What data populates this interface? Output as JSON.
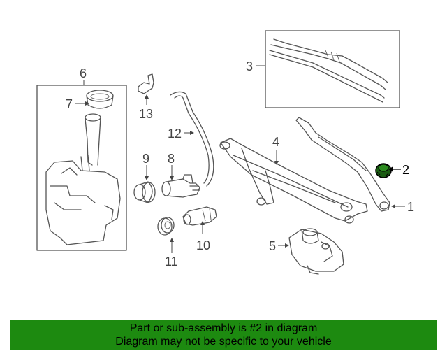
{
  "diagram": {
    "callouts": {
      "c1": "1",
      "c2": "2",
      "c3": "3",
      "c4": "4",
      "c5": "5",
      "c6": "6",
      "c7": "7",
      "c8": "8",
      "c9": "9",
      "c10": "10",
      "c11": "11",
      "c12": "12",
      "c13": "13"
    },
    "highlighted_part": "2",
    "highlight_color": "#1a5c12"
  },
  "banner": {
    "line1": "Part or sub-assembly is #2 in diagram",
    "line2": "Diagram may not be specific to your vehicle",
    "background": "#1d8a10"
  }
}
